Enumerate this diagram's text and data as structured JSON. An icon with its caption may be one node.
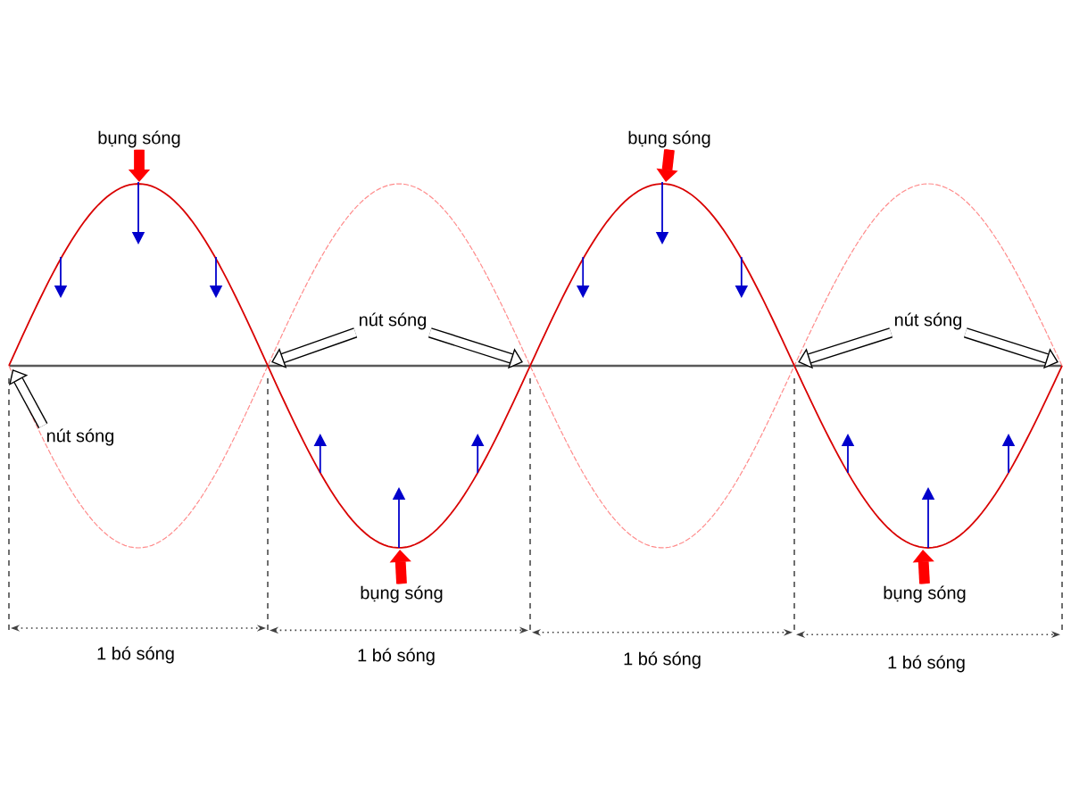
{
  "diagram": {
    "nodes": [
      {
        "text": [
          "bụng sóng"
        ]
      },
      {
        "text": [
          "bụng sóng"
        ]
      },
      {
        "text": [
          "nút sóng"
        ]
      },
      {
        "text": [
          "nút sóng"
        ]
      },
      {
        "text": [
          "nút sóng"
        ]
      },
      {
        "text": [
          "bụng sóng"
        ]
      },
      {
        "text": [
          "bụng sóng"
        ]
      }
    ],
    "edges": [
      {
        "from": 0,
        "to": null,
        "arrow": "to",
        "color": "#ff0000"
      },
      {
        "from": 1,
        "to": null,
        "arrow": "to",
        "color": "#ff0000"
      },
      {
        "from": 2,
        "to": null,
        "arrow": "to"
      },
      {
        "from": 2,
        "to": null,
        "arrow": "to"
      },
      {
        "from": 3,
        "to": null,
        "arrow": "to"
      },
      {
        "from": 3,
        "to": null,
        "arrow": "to"
      },
      {
        "from": 4,
        "to": null,
        "arrow": "to"
      },
      {
        "from": 5,
        "to": null,
        "arrow": "to",
        "color": "#ff0000"
      },
      {
        "from": 6,
        "to": null,
        "arrow": "to",
        "color": "#ff0000"
      }
    ],
    "labels": [
      "1 bó sóng",
      "1 bó sóng",
      "1 bó sóng",
      "1 bó sóng"
    ]
  }
}
